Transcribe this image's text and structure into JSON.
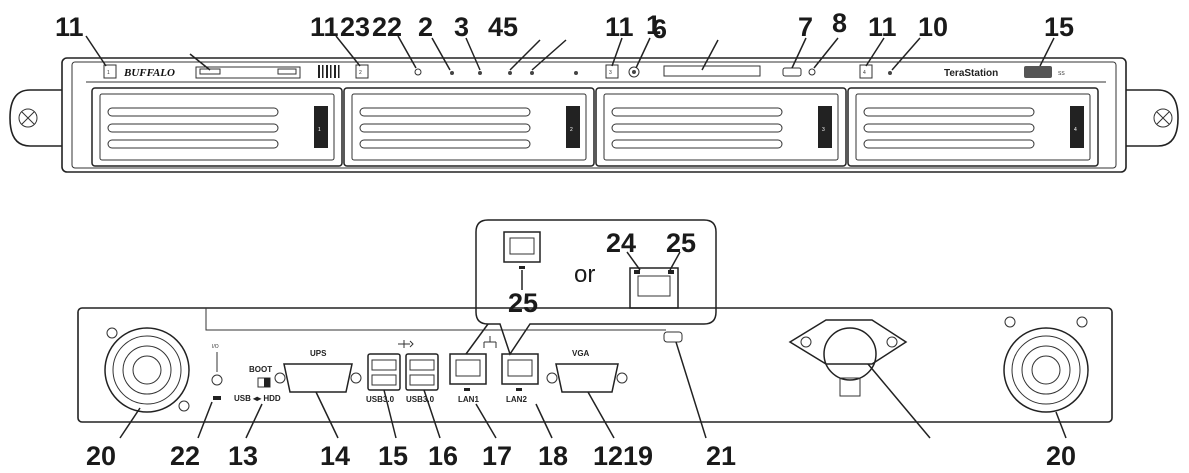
{
  "front_panel": {
    "brand": "BUFFALO",
    "model": "TeraStation",
    "usb_badge": "SS",
    "slot_numbers": [
      "1",
      "2",
      "3",
      "4"
    ],
    "callouts": [
      {
        "id": "f11a",
        "text": "11"
      },
      {
        "id": "f11b23",
        "text": "11"
      },
      {
        "id": "f23",
        "text": "23"
      },
      {
        "id": "f22",
        "text": "22"
      },
      {
        "id": "f2",
        "text": "2"
      },
      {
        "id": "f3",
        "text": "3"
      },
      {
        "id": "f45",
        "text": "45"
      },
      {
        "id": "f11c",
        "text": "11"
      },
      {
        "id": "f1",
        "text": "1"
      },
      {
        "id": "f6",
        "text": "6"
      },
      {
        "id": "f7",
        "text": "7"
      },
      {
        "id": "f8",
        "text": "8"
      },
      {
        "id": "f11d",
        "text": "11"
      },
      {
        "id": "f10",
        "text": "10"
      },
      {
        "id": "f15",
        "text": "15"
      }
    ]
  },
  "rear_panel": {
    "labels": {
      "ups": "UPS",
      "vga": "VGA",
      "boot": "BOOT",
      "usb_hdd": "USB ◂▸ HDD",
      "usb3_left": "USB3.0",
      "usb3_right": "USB3.0",
      "lan1": "LAN1",
      "lan2": "LAN2",
      "id": "I/O"
    },
    "inset_or": "or",
    "callouts": [
      {
        "id": "r24",
        "text": "24"
      },
      {
        "id": "r25a",
        "text": "25"
      },
      {
        "id": "r25b",
        "text": "25"
      },
      {
        "id": "r20a",
        "text": "20"
      },
      {
        "id": "r22",
        "text": "22"
      },
      {
        "id": "r13",
        "text": "13"
      },
      {
        "id": "r14",
        "text": "14"
      },
      {
        "id": "r15",
        "text": "15"
      },
      {
        "id": "r16",
        "text": "16"
      },
      {
        "id": "r17",
        "text": "17"
      },
      {
        "id": "r18",
        "text": "18"
      },
      {
        "id": "r12",
        "text": "12"
      },
      {
        "id": "r19",
        "text": "19"
      },
      {
        "id": "r21",
        "text": "21"
      },
      {
        "id": "r20b",
        "text": "20"
      }
    ]
  }
}
